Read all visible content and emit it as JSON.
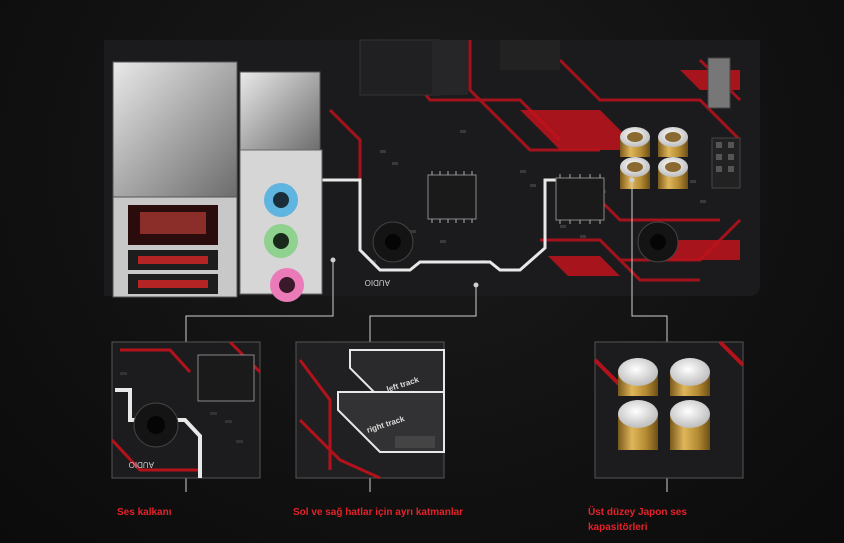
{
  "features": [
    {
      "caption": "Ses kalkanı"
    },
    {
      "caption": "Sol ve sağ hatlar için ayrı katmanlar"
    },
    {
      "caption": "Üst düzey Japon ses kapasitörleri"
    }
  ],
  "board_labels": {
    "audio": "AUDIO",
    "left_track": "left track",
    "right_track": "right track"
  },
  "colors": {
    "accent": "#e5222a",
    "pcb": "#1b1b1d",
    "trace": "#b3121b",
    "gold": "#c49a3a",
    "background": "#111111"
  }
}
